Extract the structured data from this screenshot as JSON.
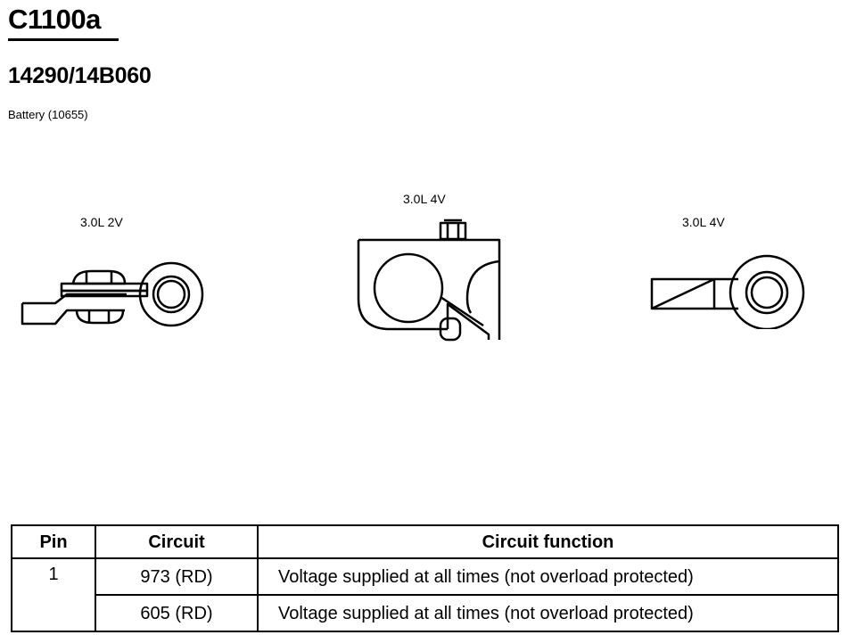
{
  "header": {
    "connector_id": "C1100a",
    "part_number": "14290/14B060",
    "component": "Battery (10655)"
  },
  "variants": [
    {
      "label": "3.0L 2V",
      "icon": "ring-terminal-with-bolt-icon"
    },
    {
      "label": "3.0L 4V",
      "icon": "battery-clamp-terminal-icon"
    },
    {
      "label": "3.0L 4V",
      "icon": "ring-terminal-icon"
    }
  ],
  "table": {
    "columns": [
      "Pin",
      "Circuit",
      "Circuit function"
    ],
    "rows": [
      {
        "pin": "1",
        "circuit": "973 (RD)",
        "function": "Voltage supplied at all times (not overload protected)"
      },
      {
        "pin": "",
        "circuit": "605 (RD)",
        "function": "Voltage supplied at all times (not overload protected)"
      }
    ]
  }
}
